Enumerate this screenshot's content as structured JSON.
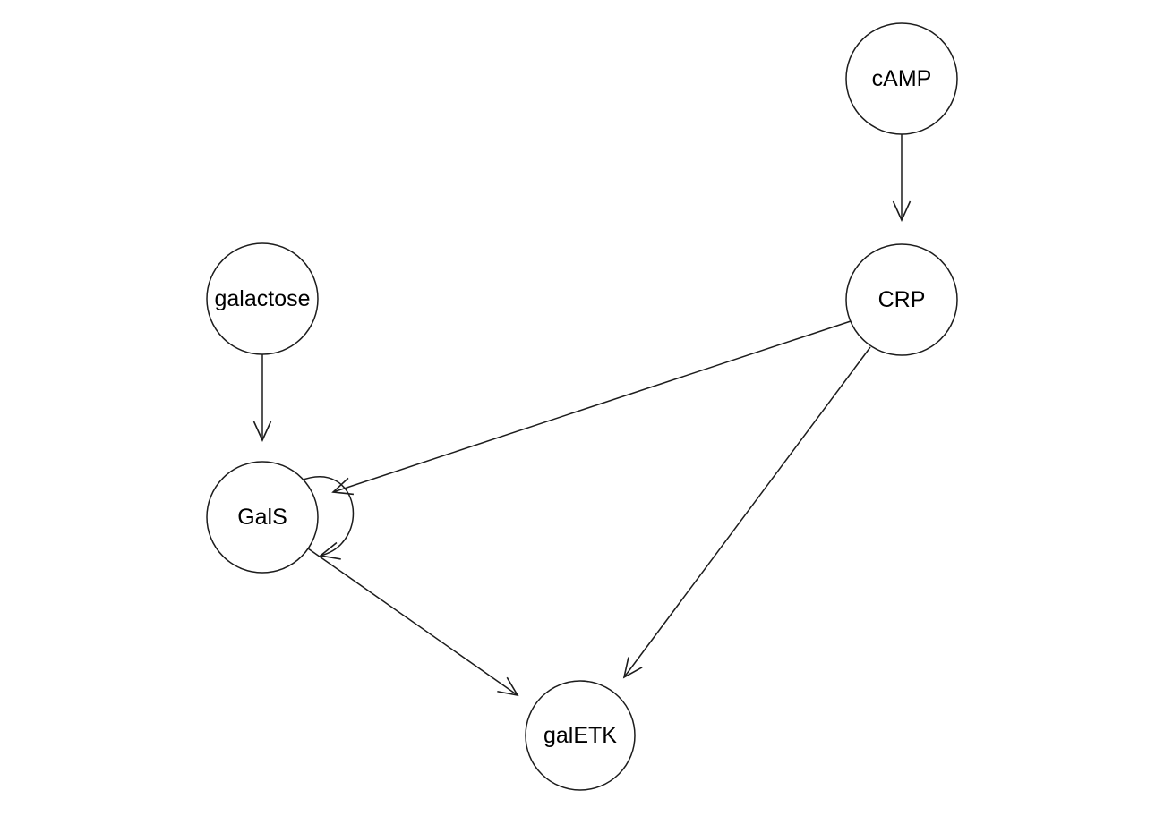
{
  "diagram": {
    "type": "directed-graph",
    "background_color": "#ffffff",
    "stroke_color": "#1c1c1c",
    "text_color": "#000000",
    "node_fill": "#ffffff",
    "nodes": [
      {
        "id": "cAMP",
        "label": "cAMP"
      },
      {
        "id": "CRP",
        "label": "CRP"
      },
      {
        "id": "galactose",
        "label": "galactose"
      },
      {
        "id": "GalS",
        "label": "GalS"
      },
      {
        "id": "galETK",
        "label": "galETK"
      }
    ],
    "edges": [
      {
        "from": "cAMP",
        "to": "CRP",
        "style": "straight-arrow"
      },
      {
        "from": "galactose",
        "to": "GalS",
        "style": "straight-arrow"
      },
      {
        "from": "CRP",
        "to": "GalS",
        "style": "straight-arrow"
      },
      {
        "from": "CRP",
        "to": "galETK",
        "style": "straight-arrow"
      },
      {
        "from": "GalS",
        "to": "GalS",
        "style": "self-loop-arrow"
      },
      {
        "from": "GalS",
        "to": "galETK",
        "style": "straight-arrow"
      }
    ]
  }
}
